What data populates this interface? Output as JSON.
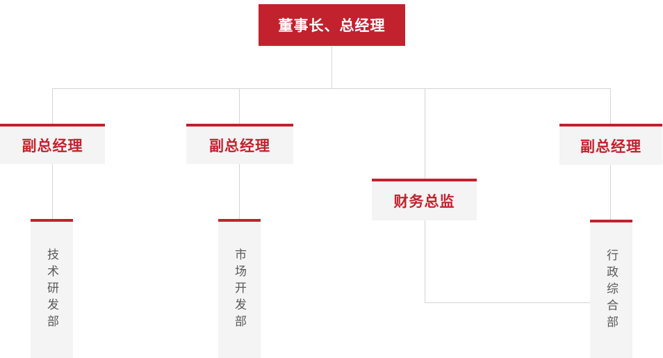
{
  "colors": {
    "brand_red": "#c2212e",
    "box_bg": "#f4f4f4",
    "line_gray": "#d4d4d4",
    "dept_text": "#595959",
    "page_bg": "#ffffff"
  },
  "org_chart": {
    "root": {
      "label": "董事长、总经理"
    },
    "level2": [
      {
        "label": "副总经理"
      },
      {
        "label": "副总经理"
      },
      {
        "label": "财务总监"
      },
      {
        "label": "副总经理"
      }
    ],
    "departments": [
      {
        "label": "技术研发部"
      },
      {
        "label": "市场开发部"
      },
      {
        "label": "行政综合部"
      }
    ]
  }
}
